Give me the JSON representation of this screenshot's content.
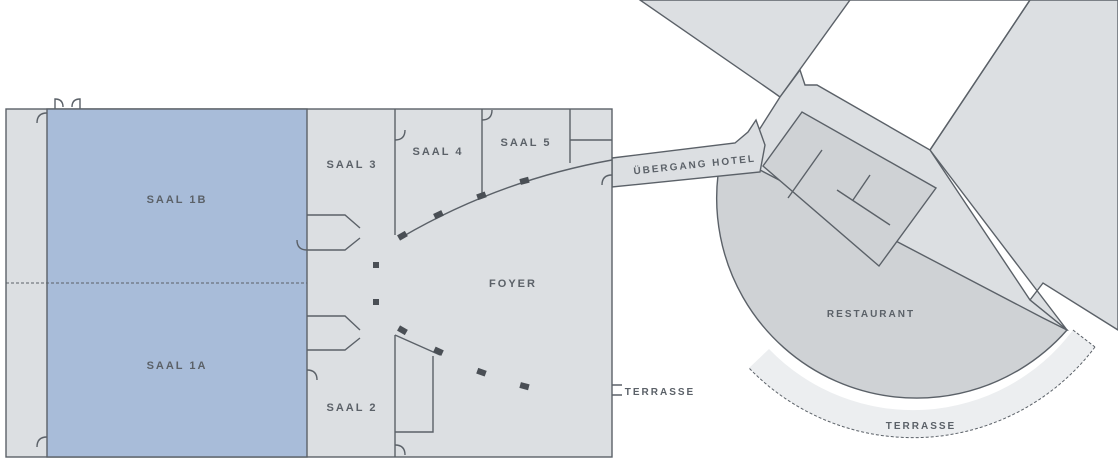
{
  "colors": {
    "wall": "#5b6168",
    "room": "#dcdfe2",
    "highlight": "#a8bcd9",
    "restaurant": "#cfd2d5",
    "terrace": "#eceef0"
  },
  "rooms": {
    "saal_1b": "SAAL 1B",
    "saal_1a": "SAAL 1A",
    "saal_2": "SAAL 2",
    "saal_3": "SAAL 3",
    "saal_4": "SAAL 4",
    "saal_5": "SAAL 5",
    "foyer": "FOYER",
    "terrasse_foyer": "TERRASSE",
    "uebergang": "ÜBERGANG HOTEL",
    "restaurant": "RESTAURANT",
    "terrasse_restaurant": "TERRASSE"
  }
}
